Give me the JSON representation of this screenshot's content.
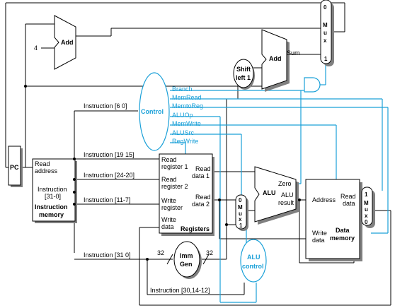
{
  "blocks": {
    "pc": "PC",
    "add_top": "Add",
    "add_top_const": "4",
    "add_branch": "Add",
    "add_branch_sum": "Sum",
    "shift_line1": "Shift",
    "shift_line2": "left 1",
    "control": "Control",
    "alu": "ALU",
    "alu_result_line1": "ALU",
    "alu_result_line2": "result",
    "alu_zero": "Zero",
    "imm_gen_line1": "Imm",
    "imm_gen_line2": "Gen",
    "alu_control_line1": "ALU",
    "alu_control_line2": "control"
  },
  "instruction_memory": {
    "read_address_line1": "Read",
    "read_address_line2": "address",
    "instruction_line1": "Instruction",
    "instruction_line2": "[31-0]",
    "title_line1": "Instruction",
    "title_line2": "memory"
  },
  "registers": {
    "read_reg1_line1": "Read",
    "read_reg1_line2": "register 1",
    "read_reg2_line1": "Read",
    "read_reg2_line2": "register 2",
    "write_reg_line1": "Write",
    "write_reg_line2": "register",
    "write_data_line1": "Write",
    "write_data_line2": "data",
    "read_data1_line1": "Read",
    "read_data1_line2": "data 1",
    "read_data2_line1": "Read",
    "read_data2_line2": "data 2",
    "title": "Registers"
  },
  "data_memory": {
    "address": "Address",
    "read_data_line1": "Read",
    "read_data_line2": "data",
    "write_data_line1": "Write",
    "write_data_line2": "data",
    "title_line1": "Data",
    "title_line2": "memory"
  },
  "instruction_fields": {
    "op": "Instruction [6 0]",
    "rs1": "Instruction [19 15]",
    "rs2": "Instruction [24-20]",
    "rd": "Instruction [11-7]",
    "imm": "Instruction [31 0]",
    "funct": "Instruction [30,14-12]"
  },
  "bus_widths": {
    "in": "32",
    "out": "32"
  },
  "control_signals": [
    "Branch",
    "MemRead",
    "MemtoReg",
    "ALUOp",
    "MemWrite",
    "ALUSrc",
    "RegWrite"
  ],
  "mux": {
    "top": [
      "0",
      "M",
      "u",
      "x",
      "1"
    ],
    "alu": [
      "0",
      "M",
      "u",
      "x",
      "1"
    ],
    "wb": [
      "1",
      "M",
      "u",
      "x",
      "0"
    ]
  },
  "colors": {
    "control": "#1aa0d8",
    "wire": "#000000",
    "shadow": "#808080"
  }
}
